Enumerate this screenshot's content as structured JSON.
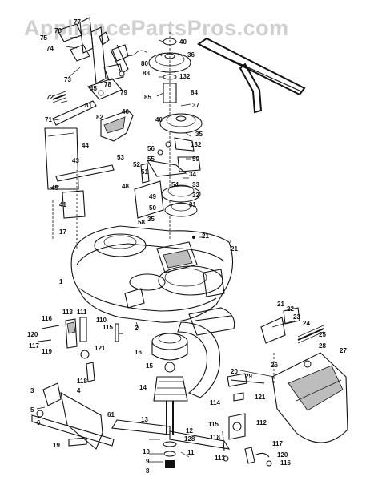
{
  "watermark": "AppliancePartsPros.com",
  "callouts": [
    "75",
    "74",
    "73",
    "72",
    "71",
    "76",
    "77",
    "78",
    "79",
    "80",
    "81",
    "82",
    "45",
    "46",
    "44",
    "43",
    "45",
    "41",
    "17",
    "1",
    "40",
    "36",
    "83",
    "132",
    "85",
    "84",
    "37",
    "40",
    "35",
    "56",
    "55",
    "132",
    "59",
    "53",
    "52",
    "51",
    "48",
    "49",
    "50",
    "54",
    "34",
    "33",
    "32",
    "31",
    "58",
    "35",
    "21",
    "21",
    "2",
    "113",
    "111",
    "110",
    "116",
    "115",
    "121",
    "120",
    "117",
    "119",
    "118",
    "16",
    "15",
    "14",
    "13",
    "12",
    "128",
    "10",
    "9",
    "8",
    "11",
    "20",
    "114",
    "121",
    "3",
    "4",
    "5",
    "6",
    "19",
    "61",
    "115",
    "113",
    "112",
    "118",
    "117",
    "120",
    "116",
    "21",
    "22",
    "23",
    "24",
    "25",
    "26",
    "29",
    "27",
    "28"
  ]
}
